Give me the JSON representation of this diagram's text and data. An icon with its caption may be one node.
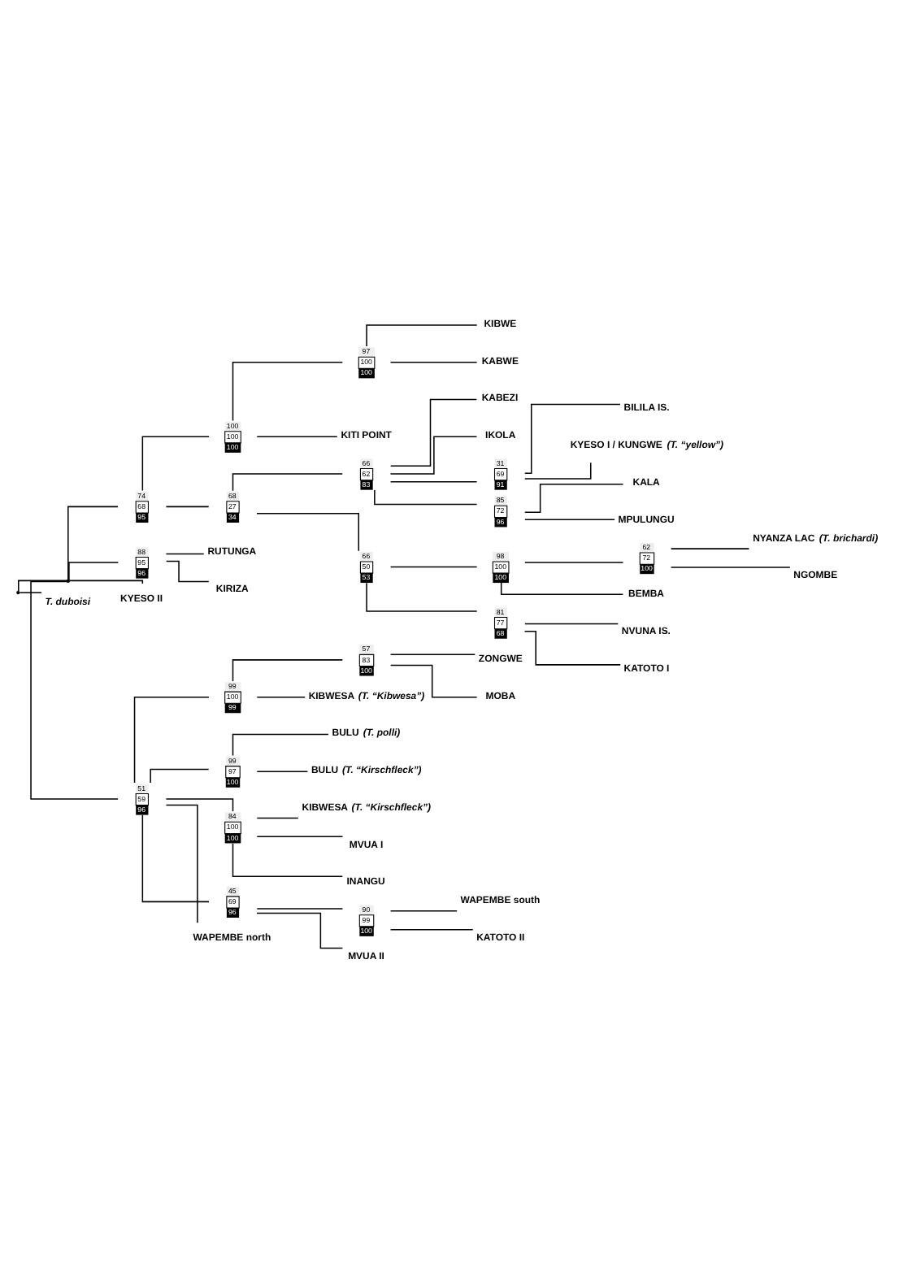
{
  "diagram": {
    "nodes": [
      {
        "text": [],
        "shape": "point"
      },
      {
        "text": [],
        "shape": "point"
      },
      {
        "text": [
          "74",
          "68",
          "95"
        ]
      },
      {
        "text": [
          "100",
          "100",
          "100"
        ]
      },
      {
        "text": [
          "97",
          "100",
          "100"
        ]
      },
      {
        "text": [
          "KIBWE"
        ]
      },
      {
        "text": [
          "KABWE"
        ]
      },
      {
        "text": [
          "KITI POINT"
        ]
      },
      {
        "text": [
          "68",
          "27",
          "34"
        ]
      },
      {
        "text": [
          "66",
          "62",
          "83"
        ]
      },
      {
        "text": [
          "KABEZI"
        ]
      },
      {
        "text": [
          "IKOLA"
        ]
      },
      {
        "text": [
          "31",
          "69",
          "91"
        ]
      },
      {
        "text": [
          "BILILA IS."
        ]
      },
      {
        "text": [
          "KYESO I / KUNGWE *(T. “yellow”)*"
        ]
      },
      {
        "text": [
          "85",
          "72",
          "96"
        ]
      },
      {
        "text": [
          "KALA"
        ]
      },
      {
        "text": [
          "MPULUNGU"
        ]
      },
      {
        "text": [
          "66",
          "50",
          "53"
        ]
      },
      {
        "text": [
          "98",
          "100",
          "100"
        ]
      },
      {
        "text": [
          "62",
          "72",
          "100"
        ]
      },
      {
        "text": [
          "NYANZA LAC *(T. brichardi)*"
        ]
      },
      {
        "text": [
          "NGOMBE"
        ]
      },
      {
        "text": [
          "BEMBA"
        ]
      },
      {
        "text": [
          "81",
          "77",
          "68"
        ]
      },
      {
        "text": [
          "NVUNA IS."
        ]
      },
      {
        "text": [
          "KATOTO I"
        ]
      },
      {
        "text": [
          "88",
          "95",
          "96"
        ]
      },
      {
        "text": [
          "RUTUNGA"
        ]
      },
      {
        "text": [
          "KIRIZA"
        ]
      },
      {
        "text": [
          "KYESO II"
        ]
      },
      {
        "text": [
          "51",
          "59",
          "96"
        ]
      },
      {
        "text": [
          "99",
          "100",
          "99"
        ]
      },
      {
        "text": [
          "57",
          "83",
          "100"
        ]
      },
      {
        "text": [
          "ZONGWE"
        ]
      },
      {
        "text": [
          "MOBA"
        ]
      },
      {
        "text": [
          "KIBWESA *(T. “Kibwesa”)*"
        ]
      },
      {
        "text": [
          "99",
          "97",
          "100"
        ]
      },
      {
        "text": [
          "BULU *(T. polli)*"
        ]
      },
      {
        "text": [
          "BULU *(T. “Kirschfleck”)*"
        ]
      },
      {
        "text": [
          "84",
          "100",
          "100"
        ]
      },
      {
        "text": [
          "KIBWESA *(T. “Kirschfleck”)*"
        ]
      },
      {
        "text": [
          "MVUA I"
        ]
      },
      {
        "text": [
          "INANGU"
        ]
      },
      {
        "text": [
          "45",
          "69",
          "96"
        ]
      },
      {
        "text": [
          "90",
          "99",
          "100"
        ]
      },
      {
        "text": [
          "WAPEMBE south"
        ]
      },
      {
        "text": [
          "KATOTO II"
        ]
      },
      {
        "text": [
          "MVUA II"
        ]
      },
      {
        "text": [
          "WAPEMBE north"
        ]
      },
      {
        "text": [
          "*T. duboisi*"
        ]
      }
    ],
    "edges": [
      {
        "from": 0,
        "to": 1,
        "arrow": "none"
      },
      {
        "from": 0,
        "to": 50,
        "arrow": "none"
      },
      {
        "from": 1,
        "to": 2,
        "arrow": "none"
      },
      {
        "from": 1,
        "to": 27,
        "arrow": "none"
      },
      {
        "from": 1,
        "to": 30,
        "arrow": "none"
      },
      {
        "from": 1,
        "to": 31,
        "arrow": "none"
      },
      {
        "from": 2,
        "to": 3,
        "arrow": "none"
      },
      {
        "from": 2,
        "to": 8,
        "arrow": "none"
      },
      {
        "from": 3,
        "to": 4,
        "arrow": "none"
      },
      {
        "from": 3,
        "to": 7,
        "arrow": "none"
      },
      {
        "from": 4,
        "to": 5,
        "arrow": "none"
      },
      {
        "from": 4,
        "to": 6,
        "arrow": "none"
      },
      {
        "from": 8,
        "to": 9,
        "arrow": "none"
      },
      {
        "from": 8,
        "to": 18,
        "arrow": "none"
      },
      {
        "from": 9,
        "to": 10,
        "arrow": "none"
      },
      {
        "from": 9,
        "to": 11,
        "arrow": "none"
      },
      {
        "from": 9,
        "to": 12,
        "arrow": "none"
      },
      {
        "from": 9,
        "to": 15,
        "arrow": "none"
      },
      {
        "from": 12,
        "to": 13,
        "arrow": "none"
      },
      {
        "from": 12,
        "to": 14,
        "arrow": "none"
      },
      {
        "from": 15,
        "to": 16,
        "arrow": "none"
      },
      {
        "from": 15,
        "to": 17,
        "arrow": "none"
      },
      {
        "from": 18,
        "to": 19,
        "arrow": "none"
      },
      {
        "from": 18,
        "to": 24,
        "arrow": "none"
      },
      {
        "from": 19,
        "to": 20,
        "arrow": "none"
      },
      {
        "from": 19,
        "to": 23,
        "arrow": "none"
      },
      {
        "from": 20,
        "to": 21,
        "arrow": "none"
      },
      {
        "from": 20,
        "to": 22,
        "arrow": "none"
      },
      {
        "from": 24,
        "to": 25,
        "arrow": "none"
      },
      {
        "from": 24,
        "to": 26,
        "arrow": "none"
      },
      {
        "from": 27,
        "to": 28,
        "arrow": "none"
      },
      {
        "from": 27,
        "to": 29,
        "arrow": "none"
      },
      {
        "from": 31,
        "to": 32,
        "arrow": "none"
      },
      {
        "from": 31,
        "to": 37,
        "arrow": "none"
      },
      {
        "from": 31,
        "to": 40,
        "arrow": "none"
      },
      {
        "from": 31,
        "to": 44,
        "arrow": "none"
      },
      {
        "from": 31,
        "to": 49,
        "arrow": "none"
      },
      {
        "from": 32,
        "to": 33,
        "arrow": "none"
      },
      {
        "from": 32,
        "to": 36,
        "arrow": "none"
      },
      {
        "from": 33,
        "to": 34,
        "arrow": "none"
      },
      {
        "from": 33,
        "to": 35,
        "arrow": "none"
      },
      {
        "from": 37,
        "to": 38,
        "arrow": "none"
      },
      {
        "from": 37,
        "to": 39,
        "arrow": "none"
      },
      {
        "from": 40,
        "to": 41,
        "arrow": "none"
      },
      {
        "from": 40,
        "to": 42,
        "arrow": "none"
      },
      {
        "from": 40,
        "to": 43,
        "arrow": "none"
      },
      {
        "from": 44,
        "to": 45,
        "arrow": "none"
      },
      {
        "from": 44,
        "to": 48,
        "arrow": "none"
      },
      {
        "from": 45,
        "to": 46,
        "arrow": "none"
      },
      {
        "from": 45,
        "to": 47,
        "arrow": "none"
      }
    ]
  }
}
